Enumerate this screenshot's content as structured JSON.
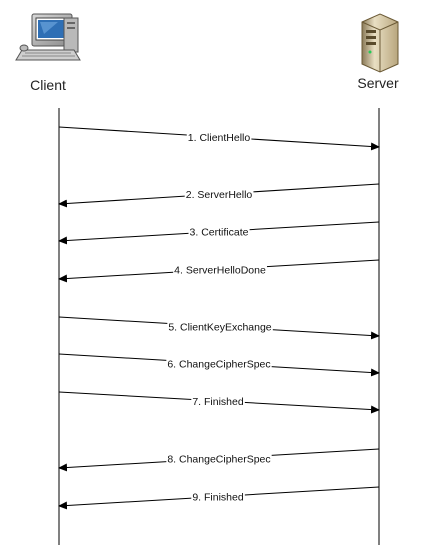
{
  "actors": {
    "client": "Client",
    "server": "Server"
  },
  "messages": [
    {
      "label": "1. ClientHello",
      "from": "client",
      "to": "server"
    },
    {
      "label": "2. ServerHello",
      "from": "server",
      "to": "client"
    },
    {
      "label": "3. Certificate",
      "from": "server",
      "to": "client"
    },
    {
      "label": "4. ServerHelloDone",
      "from": "server",
      "to": "client"
    },
    {
      "label": "5. ClientKeyExchange",
      "from": "client",
      "to": "server"
    },
    {
      "label": "6. ChangeCipherSpec",
      "from": "client",
      "to": "server"
    },
    {
      "label": "7. Finished",
      "from": "client",
      "to": "server"
    },
    {
      "label": "8. ChangeCipherSpec",
      "from": "server",
      "to": "client"
    },
    {
      "label": "9. Finished",
      "from": "server",
      "to": "client"
    }
  ],
  "icons": {
    "client": "computer-icon",
    "server": "server-tower-icon"
  }
}
